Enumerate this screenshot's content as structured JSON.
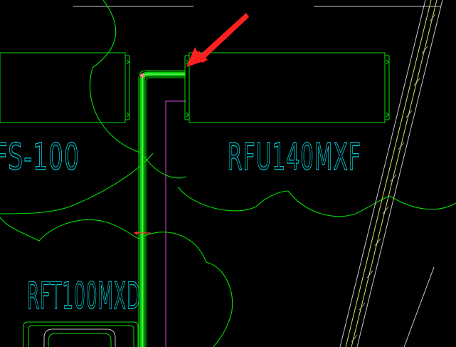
{
  "labels": {
    "unit_left": "FS-100",
    "unit_right": "RFU140MXF",
    "unit_bottom": "RFT100MXD"
  },
  "colors": {
    "background": "#000000",
    "outline": "#00e000",
    "pipe": "#00c800",
    "pipe_highlight": "#7cff7c",
    "magenta_line": "#d050d0",
    "yellow_line": "#e0e060",
    "grey_line": "#c8c8c8",
    "label_cyan": "#00d7e0",
    "arrow_red": "#ff2020",
    "marker_red": "#ff3030",
    "corner_pink": "#ff8080"
  },
  "icons": [
    "arrow-pointer-icon"
  ]
}
